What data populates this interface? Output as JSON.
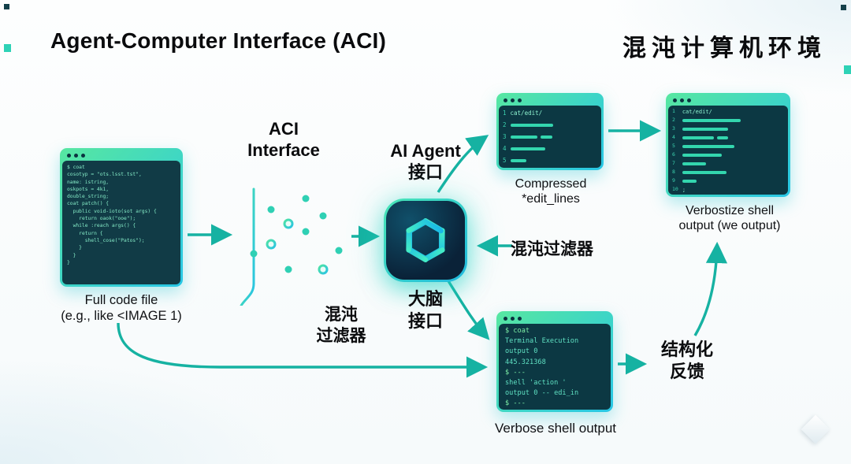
{
  "header": {
    "title_left": "Agent-Computer Interface (ACI)",
    "title_right": "混沌计算机环境"
  },
  "full_code": {
    "lines": [
      "$ coat",
      "cosotyp = \"ots.lsst.tst\",",
      "name: istring,",
      "oskpots = 4k1,",
      "double_string;",
      "",
      "coat patch() {",
      "  public void-ioto(sot args) {",
      "    return oaok(\"ooe\");",
      "",
      "  while :reach args() {",
      "    return {",
      "      shell_cose(\"Patos\");",
      "    }",
      "  }",
      "}"
    ],
    "caption_line1": "Full code file",
    "caption_line2": "(e.g., like <IMAGE 1)"
  },
  "aci": {
    "label_line1": "ACI",
    "label_line2": "Interface",
    "filter_line1": "混沌",
    "filter_line2": "过滤器"
  },
  "agent": {
    "label_line1": "AI Agent",
    "label_line2": "接口",
    "brain_line1": "大脑",
    "brain_line2": "接口",
    "chaos_filter": "混沌过滤器"
  },
  "compressed": {
    "header_text": "cat/edit/",
    "line_numbers": [
      "1",
      "2",
      "3",
      "4",
      "5"
    ],
    "caption_line1": "Compressed",
    "caption_line2": "*edit_lines"
  },
  "verbostize": {
    "header_text": "cat/edit/",
    "line_numbers": [
      "1",
      "2",
      "3",
      "4",
      "5",
      "6",
      "7",
      "8",
      "9",
      "10"
    ],
    "last_line": ";",
    "caption_line1": "Verbostize shell",
    "caption_line2": "output (we output)"
  },
  "verbose": {
    "lines": [
      "$ coat",
      "Terminal Execution",
      "output 0",
      "445.321368",
      "$ ---",
      "shell 'action '",
      "output 0 -- edi_in",
      "$ ---"
    ],
    "caption": "Verbose shell output"
  },
  "feedback": {
    "line1": "结构化",
    "line2": "反馈"
  }
}
